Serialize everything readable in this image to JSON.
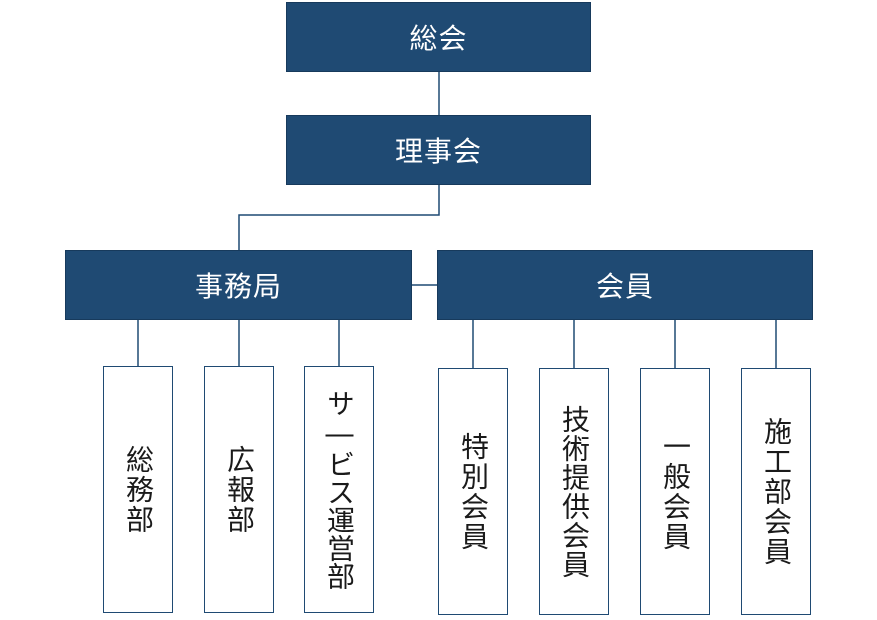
{
  "nodes": {
    "general_assembly": "総会",
    "board": "理事会",
    "secretariat": "事務局",
    "members": "会員",
    "general_affairs": "総務部",
    "public_relations": "広報部",
    "service_operations": "サ―ビス運営部",
    "special_members": "特別会員",
    "tech_provider_members": "技術提供会員",
    "regular_members": "一般会員",
    "contractor_members": "施工部会員"
  },
  "colors": {
    "dark_box": "#1f4a73",
    "line": "#1f4a73"
  }
}
